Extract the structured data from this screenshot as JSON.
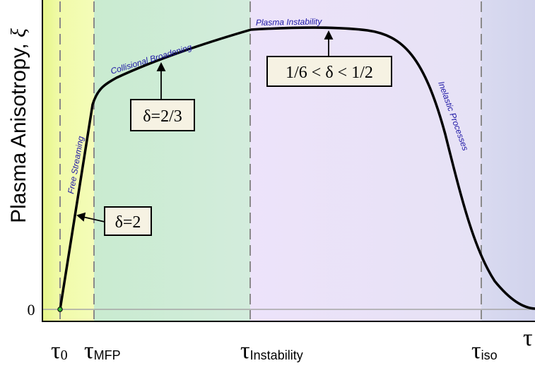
{
  "y_axis": {
    "label": "Plasma Anisotropy, ",
    "symbol": "ξ",
    "zero_label": "0"
  },
  "x_axis": {
    "label": "τ",
    "ticks": [
      {
        "main": "τ",
        "sub": "0"
      },
      {
        "main": "τ",
        "sub": "MFP"
      },
      {
        "main": "τ",
        "sub": "Instability"
      },
      {
        "main": "τ",
        "sub": "iso"
      }
    ]
  },
  "processes": {
    "free_streaming": "Free Streaming",
    "collisional_broadening": "Collisional Broadening",
    "plasma_instability": "Plasma Instability",
    "inelastic_processes": "Inelastic Processes"
  },
  "callouts": {
    "delta_free": "δ=2",
    "delta_collisional": "δ=2/3",
    "delta_instability": "1/6 < δ < 1/2"
  },
  "colors": {
    "region_free_streaming": "#f1fbaa",
    "region_collisional": "#cdebd6",
    "region_instability": "#ece5f9",
    "region_iso": "#d7d8ef",
    "curve": "#000000",
    "process_text": "#1d16a5",
    "callout_fill": "#f6f2e3",
    "start_point": "#35c235"
  }
}
